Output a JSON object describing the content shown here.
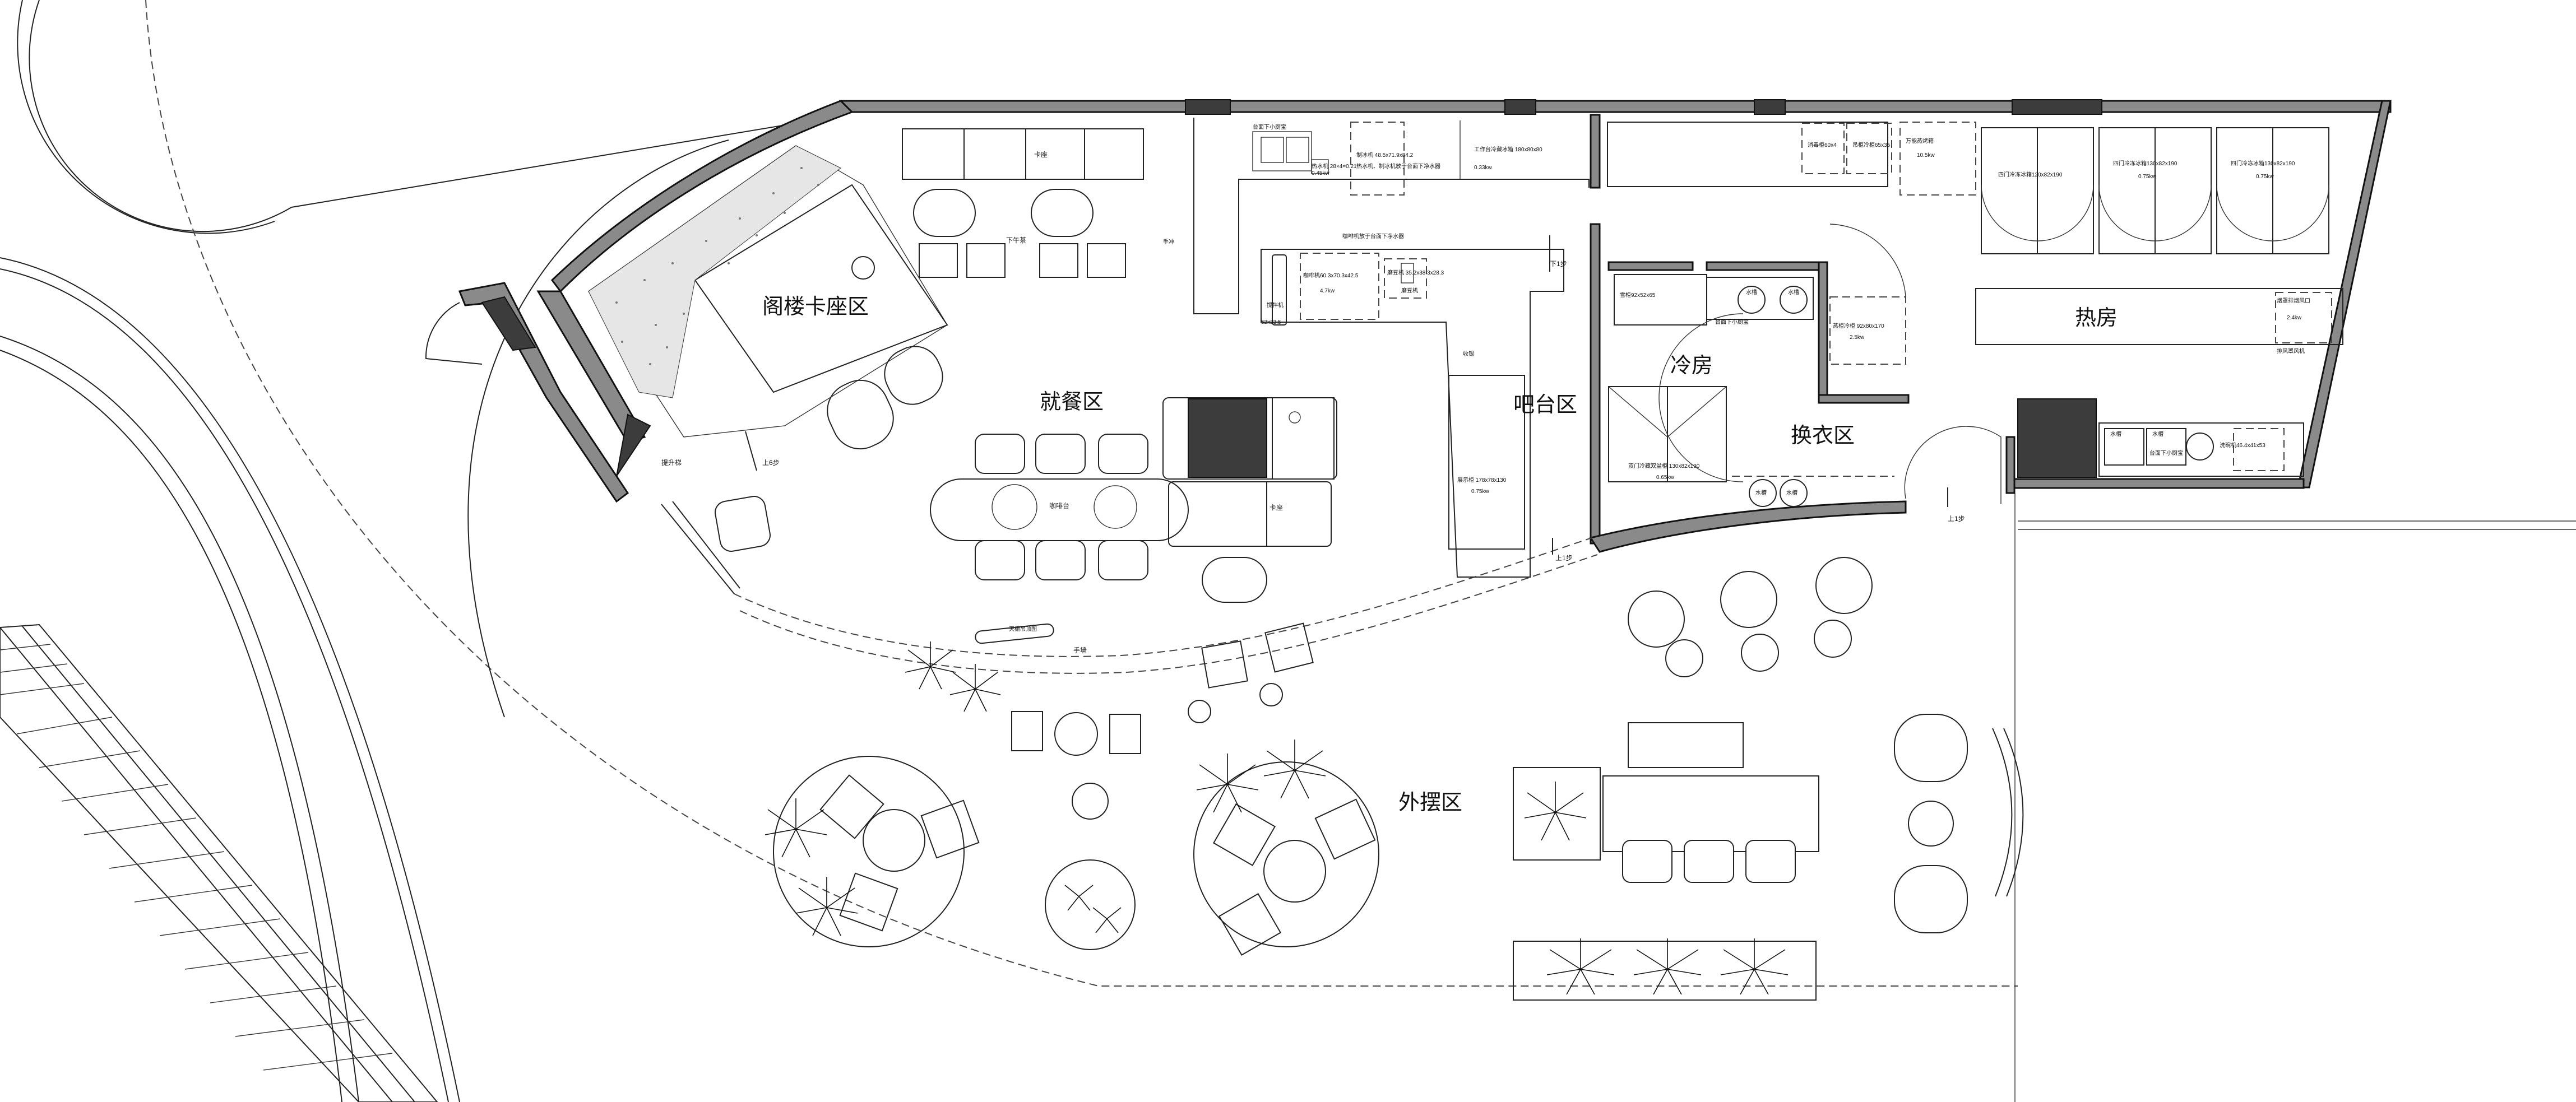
{
  "zones": {
    "attic_booth": "阁楼卡座区",
    "dining": "就餐区",
    "bar": "吧台区",
    "cold_room": "冷房",
    "changing": "换衣区",
    "hot_room": "热房",
    "outdoor": "外摆区"
  },
  "labels": {
    "booth_top": "卡座",
    "booth_center": "卡座",
    "afternoon_tea": "下午茶",
    "coffee_table": "咖啡台",
    "handrail": "手墙",
    "up6": "上6步",
    "up1_bar": "上1步",
    "up1_change": "上1步",
    "down1": "下1步",
    "lift": "提升梯",
    "sink": "水槽",
    "sink2": "水槽",
    "sink3": "水槽",
    "sink4": "水槽",
    "sink5": "水槽",
    "sink6": "水槽",
    "hand_wash": "手冲"
  },
  "annotations": {
    "undercounter_sink": "台面下小厨宝",
    "water_heater": "热水机 28×4=0.21",
    "power_001": "0.45kw",
    "ice_machine": "制冰机 48.5x71.9x84.2",
    "ice_note": "热水机、制冰机放于台面下净水器",
    "fridge_table": "工作台冷藏冰箱 180x80x80",
    "fridge_kw": "0.33kw",
    "coffee_filter": "咖啡机放于台面下净水器",
    "coffee_machine": "咖啡机60.3x70.3x42.5",
    "coffee_kw": "4.7kw",
    "grinder": "磨豆机 35.2x38.3x28.3",
    "grinder2": "磨豆机",
    "blender": "搅拌机",
    "blender_dims": "52x23.5",
    "display_cabinet": "展示柜 178x78x130",
    "display_kw": "0.75kw",
    "cabinet": "收银",
    "ice_cream": "雪柜92x52x65",
    "undercounter_sink2": "台面下小厨宝",
    "steamer": "蒸柜冷柜 92x80x170",
    "steamer_kw": "2.5kw",
    "double_door_fridge": "双门冷藏双盆柜 130x82x190",
    "double_door_kw": "0.65kw",
    "disinfect": "消毒柜60x4",
    "wall_cabinet": "吊柜冷柜65x35",
    "oven": "万能蒸烤箱",
    "oven_kw": "10.5kw",
    "four_door_1": "四门冷冻冰箱120x82x190",
    "four_door_2": "四门冷冻冰箱130x82x190",
    "four_door_2_kw": "0.75kw",
    "four_door_3": "四门冷冻冰箱130x82x190",
    "four_door_3_kw": "0.75kw",
    "range_hood": "烟罩排烟风口",
    "range_kw": "2.4kw",
    "exhaust": "排风罩风机",
    "right_sink": "台面下小厨宝",
    "dishwasher": "洗碗机46.4x41x53",
    "window_sign": "天棚吊顶图"
  }
}
